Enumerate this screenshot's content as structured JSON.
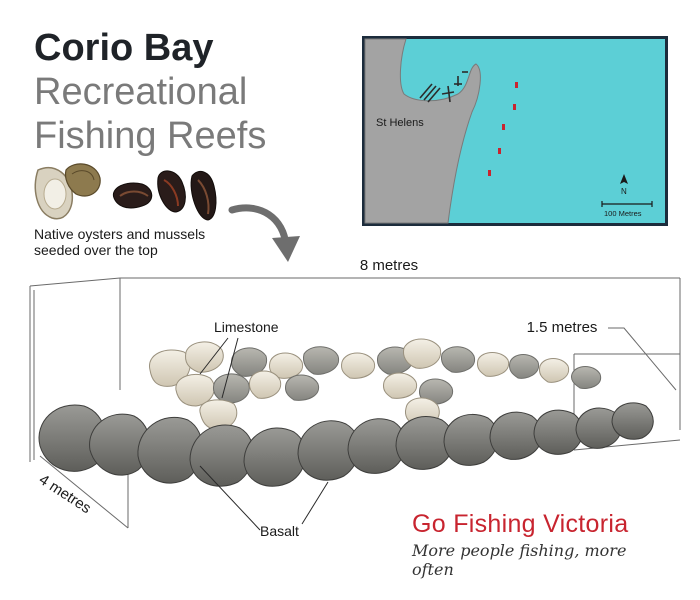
{
  "title": {
    "line1": "Corio Bay",
    "line2": "Recreational",
    "line3": "Fishing Reefs"
  },
  "shells": {
    "caption_line1": "Native oysters and mussels",
    "caption_line2": "seeded over the top"
  },
  "map": {
    "place_label": "St Helens",
    "north_label": "N",
    "scale_label": "100 Metres",
    "colors": {
      "water": "#5ccfd6",
      "land": "#a3a3a3",
      "reef_marker": "#c8242f",
      "border": "#1c2c3c"
    }
  },
  "dimensions": {
    "length": "8 metres",
    "height": "1.5 metres",
    "width": "4 metres"
  },
  "materials": {
    "limestone": "Limestone",
    "basalt": "Basalt"
  },
  "brand": {
    "name": "Go Fishing Victoria",
    "tagline": "More people fishing, more often",
    "color": "#c8242f"
  }
}
